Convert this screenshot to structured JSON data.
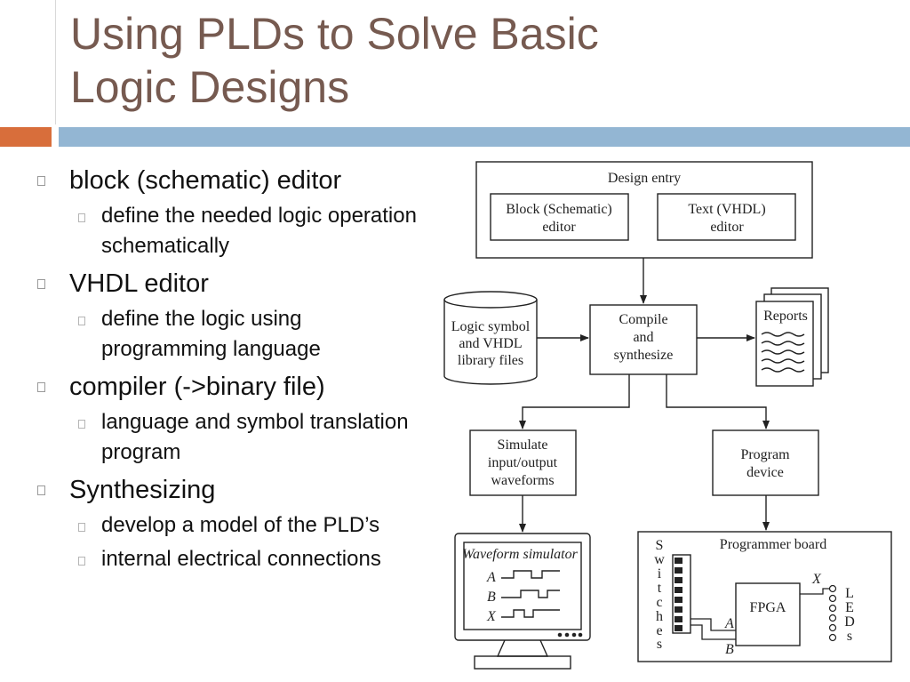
{
  "slide": {
    "title_line1": "Using PLDs to Solve Basic",
    "title_line2": "Logic Designs"
  },
  "bullets": [
    {
      "text": "block (schematic) editor",
      "subs": [
        "define the needed logic operation schematically"
      ]
    },
    {
      "text": "VHDL editor",
      "subs": [
        "define the logic using programming language"
      ]
    },
    {
      "text": "compiler (->binary file)",
      "subs": [
        "language and symbol translation program"
      ]
    },
    {
      "text": "Synthesizing",
      "subs": [
        "develop a model of the PLD’s",
        "internal electrical connections"
      ]
    }
  ],
  "diagram": {
    "design_entry": "Design entry",
    "block_editor": [
      "Block (Schematic)",
      "editor"
    ],
    "text_editor": [
      "Text (VHDL)",
      "editor"
    ],
    "library": [
      "Logic symbol",
      "and VHDL",
      "library files"
    ],
    "compile": [
      "Compile",
      "and",
      "synthesize"
    ],
    "reports": "Reports",
    "simulate": [
      "Simulate",
      "input/output",
      "waveforms"
    ],
    "program": [
      "Program",
      "device"
    ],
    "waveform_title": "Waveform simulator",
    "signals": [
      "A",
      "B",
      "X"
    ],
    "programmer_board": "Programmer board",
    "fpga": "FPGA",
    "switches_letters": [
      "S",
      "w",
      "i",
      "t",
      "c",
      "h",
      "e",
      "s"
    ],
    "leds_letters": [
      "L",
      "E",
      "D",
      "s"
    ],
    "pin_a": "A",
    "pin_b": "B",
    "pin_x": "X"
  }
}
